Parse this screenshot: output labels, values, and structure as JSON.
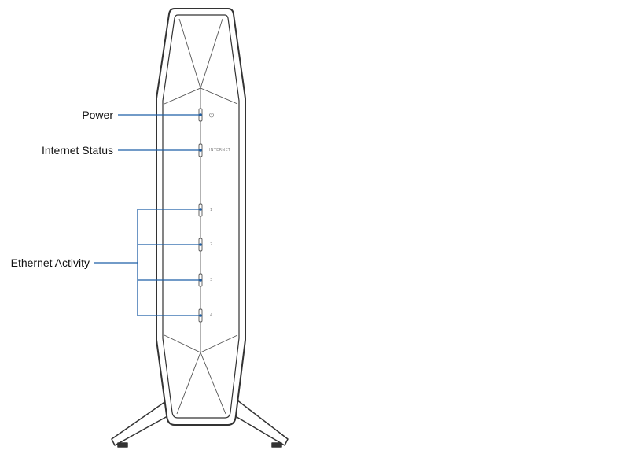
{
  "callouts": {
    "power": "Power",
    "internet_status": "Internet Status",
    "ethernet_activity": "Ethernet Activity"
  },
  "panel": {
    "internet": "INTERNET",
    "port_1": "1",
    "port_2": "2",
    "port_3": "3",
    "port_4": "4"
  },
  "colors": {
    "leader": "#1f5fa6",
    "outline": "#333333",
    "background": "#ffffff"
  },
  "icons": {
    "power": "power-symbol-icon"
  }
}
